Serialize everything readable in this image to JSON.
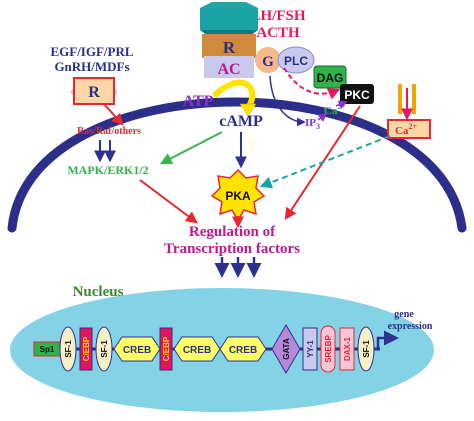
{
  "ligands_left": {
    "line1": "EGF/IGF/PRL",
    "line2": "GnRH/MDFs"
  },
  "ligands_top": {
    "line1": "LH/FSH",
    "line2": "ACTH"
  },
  "receptor_left": "R",
  "receptor_top": "R",
  "adenylyl_cyclase": "AC",
  "g_protein": "G",
  "plc": "PLC",
  "dag": "DAG",
  "pkc": "PKC",
  "ip3": {
    "base": "IP",
    "sub": "3"
  },
  "ca_cytosol": {
    "base": "Ca",
    "sup": "2+"
  },
  "ca_channel": {
    "base": "Ca",
    "sup": "2+"
  },
  "atp": "ATP",
  "camp": "cAMP",
  "ras_raf": "Ras/Raf/others",
  "mapk": "MAPK/ERK1/2",
  "pka": "PKA",
  "regulation": {
    "line1": "Regulation of",
    "line2": "Transcription factors"
  },
  "nucleus_label": "Nucleus",
  "gene_expression": {
    "line1": "gene",
    "line2": "expression"
  },
  "promoter": {
    "sp1": "Sp1",
    "sf1_a": "SF-1",
    "cebp_a": "C/EBP",
    "sf1_b": "SF-1",
    "creb_a": "CREB",
    "cebp_b": "C/EBP",
    "creb_b": "CREB",
    "creb_c": "CREB",
    "gata": "GATA",
    "yy1": "YY-1",
    "srebp": "SREBP",
    "dax1": "DAX-1",
    "sf1_c": "SF-1"
  },
  "colors": {
    "membrane": "#2b2f8a",
    "ligand_text": "#e8175d",
    "receptor_fill": "#fcd6a4",
    "ac_fill": "#d08a3a",
    "g_fill": "#f6b98a",
    "plc_fill": "#c9c9ee",
    "dag_fill": "#2fb34a",
    "pkc_fill": "#111111",
    "pka_fill": "#ffe300",
    "nucleus_fill": "#84d2e6",
    "creb_fill": "#ffff66",
    "cebp_fill": "#e2145a",
    "arrow_red": "#e8282e",
    "arrow_green": "#39b54a",
    "arrow_blue": "#2e3192",
    "arrow_purple": "#8b2fc9",
    "arrow_teal": "#1aa3a6",
    "regulation_text": "#c1168e",
    "nucleus_text": "#3a8a2a"
  }
}
